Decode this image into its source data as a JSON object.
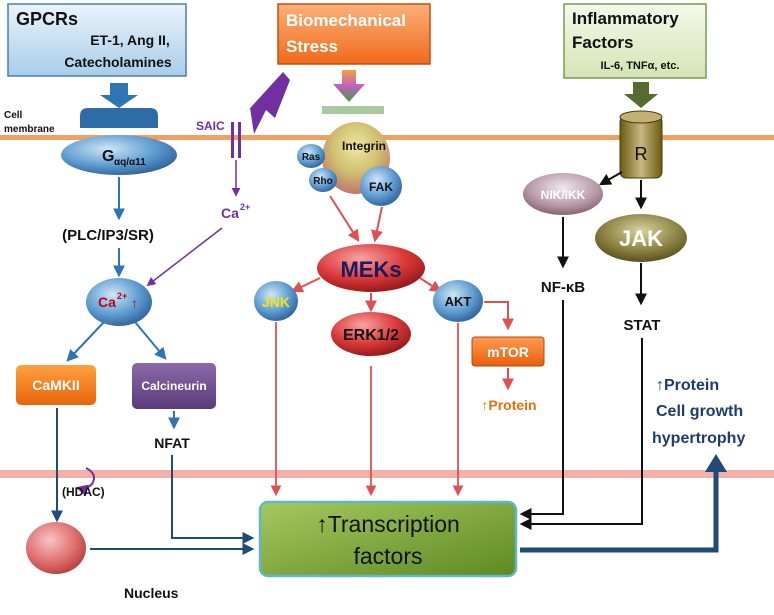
{
  "top_boxes": {
    "gpcrs": {
      "title": "GPCRs",
      "sub1": "ET-1, Ang II,",
      "sub2": "Catecholamines"
    },
    "biomech": {
      "title1": "Biomechanical",
      "title2": "Stress"
    },
    "inflam": {
      "title1": "Inflammatory",
      "title2": "Factors",
      "sub": "IL-6, TNFα, etc."
    }
  },
  "membrane": {
    "label1": "Cell",
    "label2": "membrane"
  },
  "saic": "SAIC",
  "ca_channel": "Ca",
  "ca_channel_sup": "2+",
  "gq": {
    "main": "G",
    "sub": "αq/α11"
  },
  "plc": "(PLC/IP3/SR)",
  "ca_up": {
    "main": "Ca",
    "sup": "2+",
    "arrow": "↑"
  },
  "camkii": "CaMKII",
  "calcineurin": "Calcineurin",
  "nfat": "NFAT",
  "hdac": "(HDAC)",
  "nucleus": "Nucleus",
  "integrin": "Integrin",
  "ras": "Ras",
  "rho": "Rho",
  "fak": "FAK",
  "meks": "MEKs",
  "jnk": "JNK",
  "erk": "ERK1/2",
  "akt": "AKT",
  "mtor": "mTOR",
  "protein_orange": "↑Protein",
  "receptor": "R",
  "nik": "NIK/IKK",
  "jak": "JAK",
  "nfkb": "NF-κB",
  "stat": "STAT",
  "outcome": {
    "line1": "↑Protein",
    "line2": "Cell growth",
    "line3": "hypertrophy"
  },
  "transcription": {
    "line1": "↑Transcription",
    "line2": "factors"
  },
  "colors": {
    "membrane": "#f0a060",
    "nuclear_membrane": "#f0a8a0",
    "blue_arrow": "#2e75b6",
    "red_arrow": "#e05050",
    "purple_arrow": "#7030a0",
    "navy": "#1f3b73",
    "green_box": "#7aa836"
  }
}
